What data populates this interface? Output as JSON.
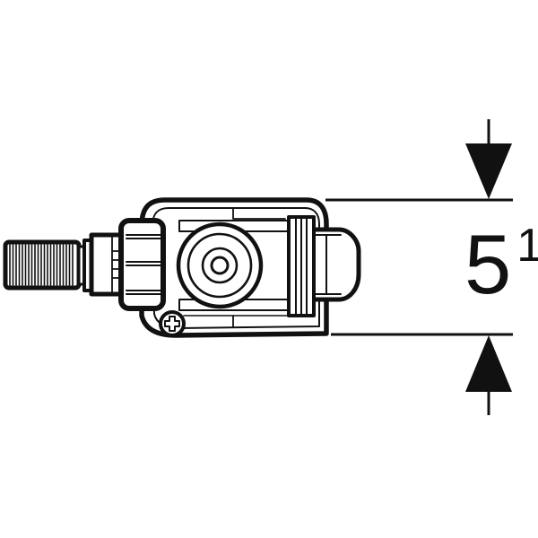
{
  "diagram": {
    "type": "technical-drawing",
    "subject": "side-inlet fill valve (float valve) for concealed cistern",
    "stroke_color": "#111111",
    "background": "#ffffff",
    "components": [
      {
        "name": "threaded-connector",
        "label": ""
      },
      {
        "name": "connector-sleeve",
        "label": ""
      },
      {
        "name": "union-nut",
        "label": ""
      },
      {
        "name": "valve-housing",
        "label": ""
      },
      {
        "name": "float-circle",
        "label": ""
      },
      {
        "name": "valve-piston",
        "label": ""
      },
      {
        "name": "end-cap",
        "label": ""
      },
      {
        "name": "screw",
        "label": ""
      }
    ]
  },
  "dimension": {
    "value": "5",
    "superscript": "1",
    "orientation": "vertical",
    "description": "height dimension between two extension lines with inward-pointing arrows"
  }
}
